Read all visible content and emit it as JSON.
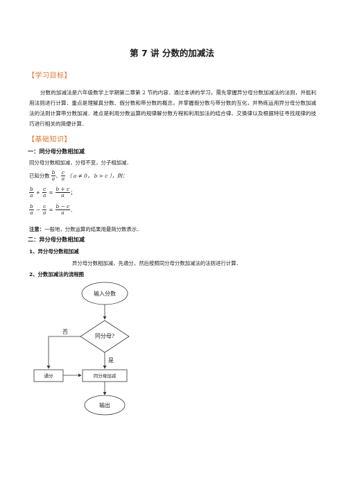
{
  "title": "第 7 讲  分数的加减法",
  "section1": "【学习目标】",
  "intro": "分数的加减法是六年级数学上学期第二章第 2 节的内容．通过本讲的学习，需先掌握异分母分数加减法的法则，并能利用法则进行计算．重点是理解真分数、假分数和带分数的概念，并掌握假分数与带分数的互化，并熟练运用异分母分数加减法的法则计算带分数加减．难点是利用分数运算的规律解分数方程和利用加法的结合律、交换律以及根据特征寻找规律的技巧进行相关的简便计算．",
  "section2": "【基础知识】",
  "h_one": "一：同分母分数相加减",
  "rule1": "同分母分数相加减，分母不变，分子相加减．",
  "known_prefix": "已知分数",
  "known_sep": "、",
  "known_cond": "（ a ≠ 0， b > c ），则：",
  "var_b": "b",
  "var_c": "c",
  "var_a": "a",
  "plus_num": "b + c",
  "minus_num": "b − c",
  "op_plus": "+",
  "op_minus": "−",
  "op_eq": "=",
  "end_dot": "；",
  "end_dot2": "．",
  "note_label": "注意：",
  "note_text": "一般地，分数运算的结果用最简分数表示．",
  "h_two": "二：异分母分数相加减",
  "h_two_1": "1、异分母分数相加减",
  "rule2": "异分母分数相加减，先通分，然后按照同分母分数加减法的法则进行计算．",
  "h_two_2": "2、分数加减法的流程图",
  "flow": {
    "input": "输入分数",
    "decision": "同分母?",
    "no": "否",
    "yes": "是",
    "left_box": "通分",
    "right_box": "同分母加减",
    "output": "输出"
  }
}
